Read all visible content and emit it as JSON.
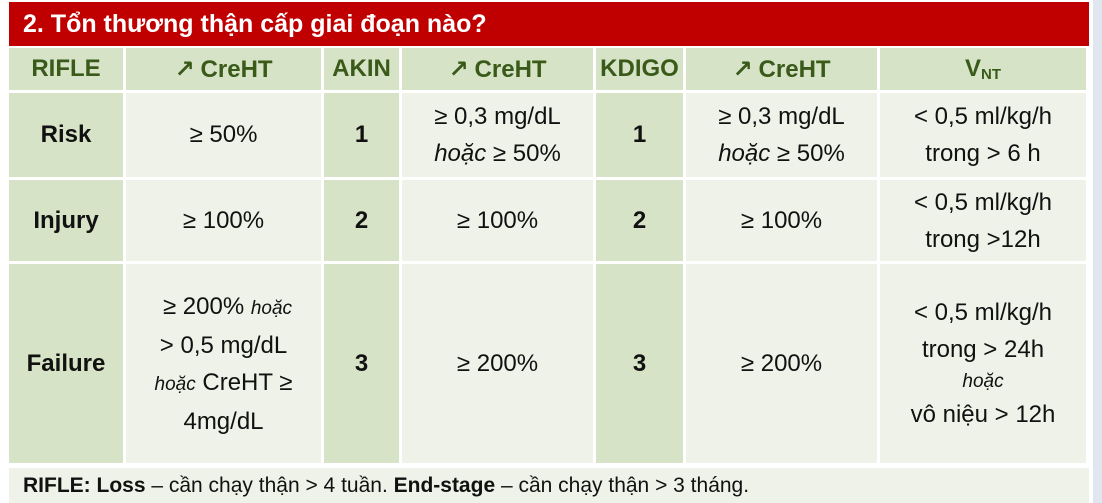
{
  "title": "2.  Tổn thương thận cấp giai đoạn nào?",
  "headers": {
    "rifle": "RIFLE",
    "arrow": "↗",
    "creht": "CreHT",
    "akin": "AKIN",
    "kdigo": "KDIGO",
    "vnt_main": "V",
    "vnt_sub": "NT"
  },
  "rows": [
    {
      "label": "Risk",
      "rifle_value": "≥ 50%",
      "akin_stage": "1",
      "akin_value_line1": "≥ 0,3 mg/dL",
      "akin_value_or": "hoặc",
      "akin_value_line2": " ≥ 50%",
      "kdigo_stage": "1",
      "kdigo_value_line1": "≥ 0,3 mg/dL",
      "kdigo_value_or": "hoặc",
      "kdigo_value_line2": " ≥ 50%",
      "vnt_line1": "< 0,5 ml/kg/h",
      "vnt_line2": "trong > 6 h"
    },
    {
      "label": "Injury",
      "rifle_value": "≥ 100%",
      "akin_stage": "2",
      "akin_value": "≥ 100%",
      "kdigo_stage": "2",
      "kdigo_value": "≥ 100%",
      "vnt_line1": "< 0,5 ml/kg/h",
      "vnt_line2": "trong >12h"
    },
    {
      "label": "Failure",
      "rifle_line1": "≥ 200% ",
      "rifle_or1": "hoặc",
      "rifle_line2": "> 0,5 mg/dL",
      "rifle_or2": "hoặc",
      "rifle_line3": " CreHT ≥",
      "rifle_line4": "4mg/dL",
      "akin_stage": "3",
      "akin_value": "≥ 200%",
      "kdigo_stage": "3",
      "kdigo_value": "≥ 200%",
      "vnt_line1": "< 0,5 ml/kg/h",
      "vnt_line2": "trong > 24h",
      "vnt_or": "hoặc",
      "vnt_line3": "vô niệu > 12h"
    }
  ],
  "footer": {
    "part1_bold": "RIFLE: Loss",
    "part2": " – cần chạy thận > 4 tuần. ",
    "part3_bold": "End-stage",
    "part4": " – cần chạy thận > 3 tháng."
  }
}
